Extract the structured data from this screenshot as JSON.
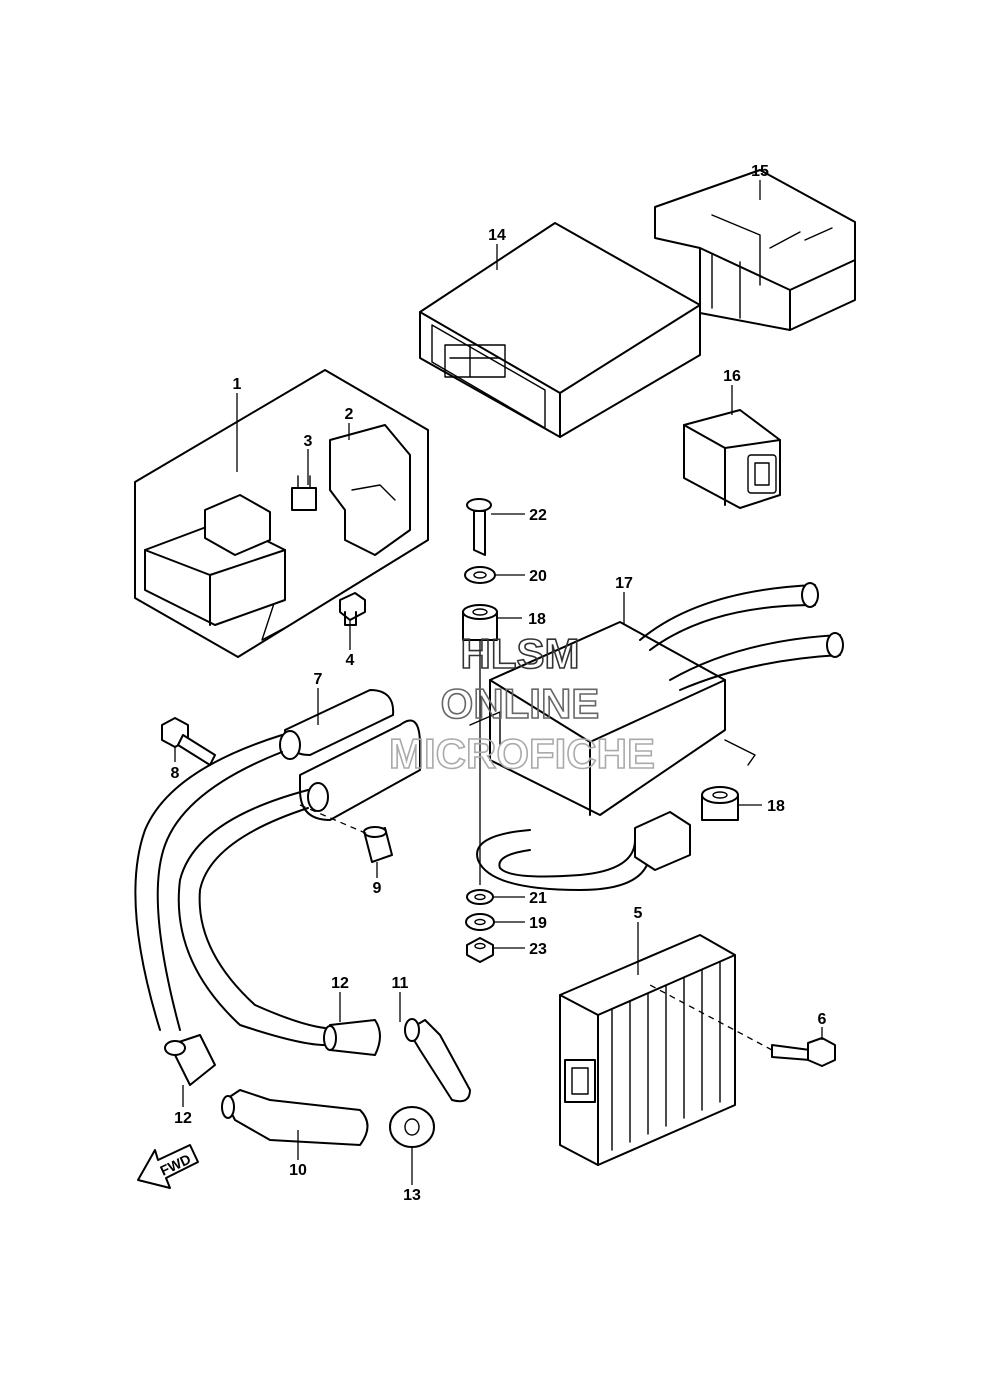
{
  "callouts": {
    "c1": "1",
    "c2": "2",
    "c3": "3",
    "c4": "4",
    "c5": "5",
    "c6": "6",
    "c7": "7",
    "c8": "8",
    "c9": "9",
    "c10": "10",
    "c11": "11",
    "c12a": "12",
    "c12b": "12",
    "c13": "13",
    "c14": "14",
    "c15": "15",
    "c16": "16",
    "c17": "17",
    "c18a": "18",
    "c18b": "18",
    "c19": "19",
    "c20": "20",
    "c21": "21",
    "c22": "22",
    "c23": "23"
  },
  "watermark": {
    "line1": "HLSM",
    "line2": "ONLINE",
    "line3": "MICROFICHE"
  },
  "direction_arrow": {
    "label": "FWD"
  }
}
